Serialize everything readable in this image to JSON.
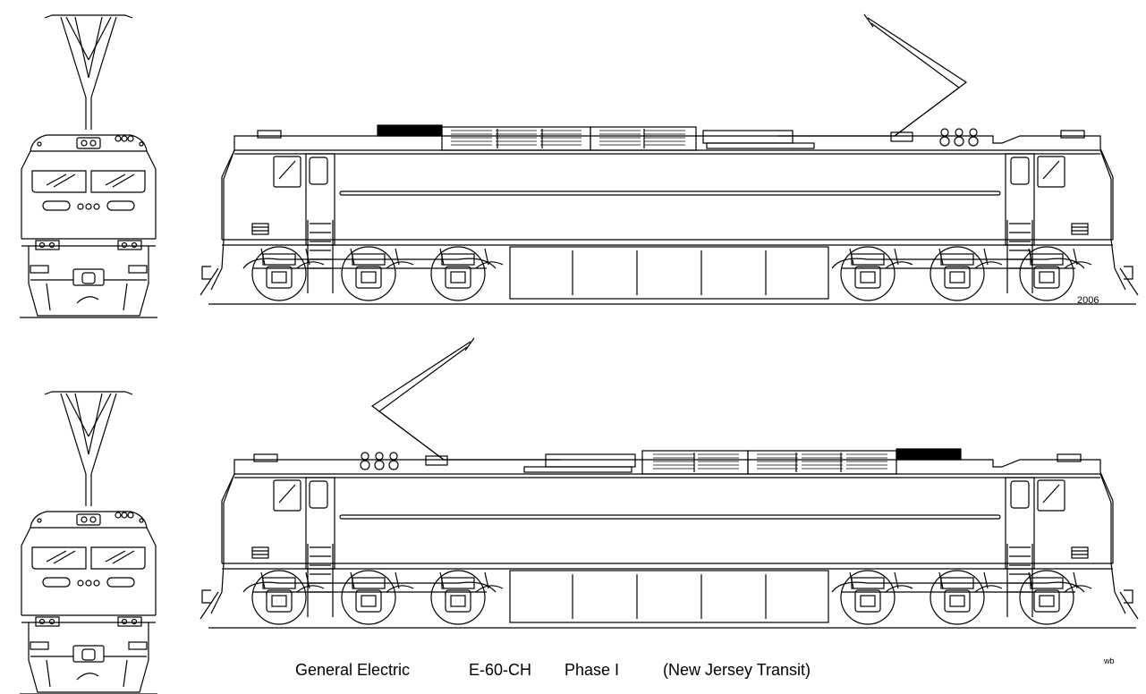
{
  "caption": {
    "maker": "General Electric",
    "model": "E-60-CH",
    "phase": "Phase I",
    "owner": "(New Jersey Transit)"
  },
  "year": "2006",
  "signature": "wb"
}
